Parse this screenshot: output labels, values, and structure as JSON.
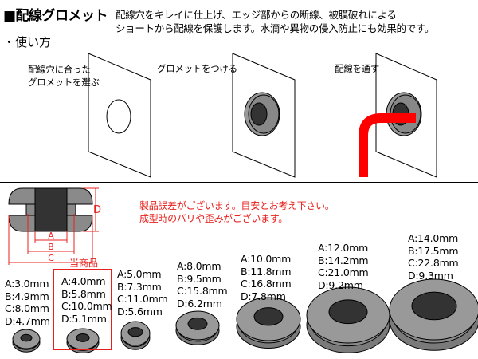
{
  "header": {
    "title": "■配線グロメット",
    "description_line1": "配線穴をキレイに仕上げ、エッジ部からの断線、被膜破れによる",
    "description_line2": "ショートから配線を保護します。水滴や異物の侵入防止にも効果的です。"
  },
  "usage": {
    "heading": "・使い方",
    "steps": [
      {
        "line1": "配線穴に合った",
        "line2": "グロメットを選ぶ"
      },
      {
        "line1": "グロメットをつける",
        "line2": ""
      },
      {
        "line1": "配線を通す",
        "line2": ""
      }
    ]
  },
  "diagram": {
    "labels": {
      "a": "A",
      "b": "B",
      "c": "C",
      "d": "D"
    }
  },
  "notes": {
    "line1": "製品誤差がございます。目安とお考え下さい。",
    "line2": "成型時のバリや歪みがございます。"
  },
  "current_product_label": "当商品",
  "sizes": [
    {
      "a": "A:3.0mm",
      "b": "B:4.9mm",
      "c": "C:8.0mm",
      "d": "D:4.7mm",
      "current": false
    },
    {
      "a": "A:4.0mm",
      "b": "B:5.8mm",
      "c": "C:10.0mm",
      "d": "D:5.1mm",
      "current": true
    },
    {
      "a": "A:5.0mm",
      "b": "B:7.3mm",
      "c": "C:11.0mm",
      "d": "D:5.6mm",
      "current": false
    },
    {
      "a": "A:8.0mm",
      "b": "B:9.5mm",
      "c": "C:15.8mm",
      "d": "D:6.2mm",
      "current": false
    },
    {
      "a": "A:10.0mm",
      "b": "B:11.8mm",
      "c": "C:16.8mm",
      "d": "D:7.8mm",
      "current": false
    },
    {
      "a": "A:12.0mm",
      "b": "B:14.2mm",
      "c": "C:21.0mm",
      "d": "D:9.2mm",
      "current": false
    },
    {
      "a": "A:14.0mm",
      "b": "B:17.5mm",
      "c": "C:22.8mm",
      "d": "D:9.3mm",
      "current": false
    }
  ],
  "colors": {
    "accent": "#e8201c",
    "grommet": "#8a8a8a",
    "hole": "#333333",
    "wire": "#ff0000"
  }
}
